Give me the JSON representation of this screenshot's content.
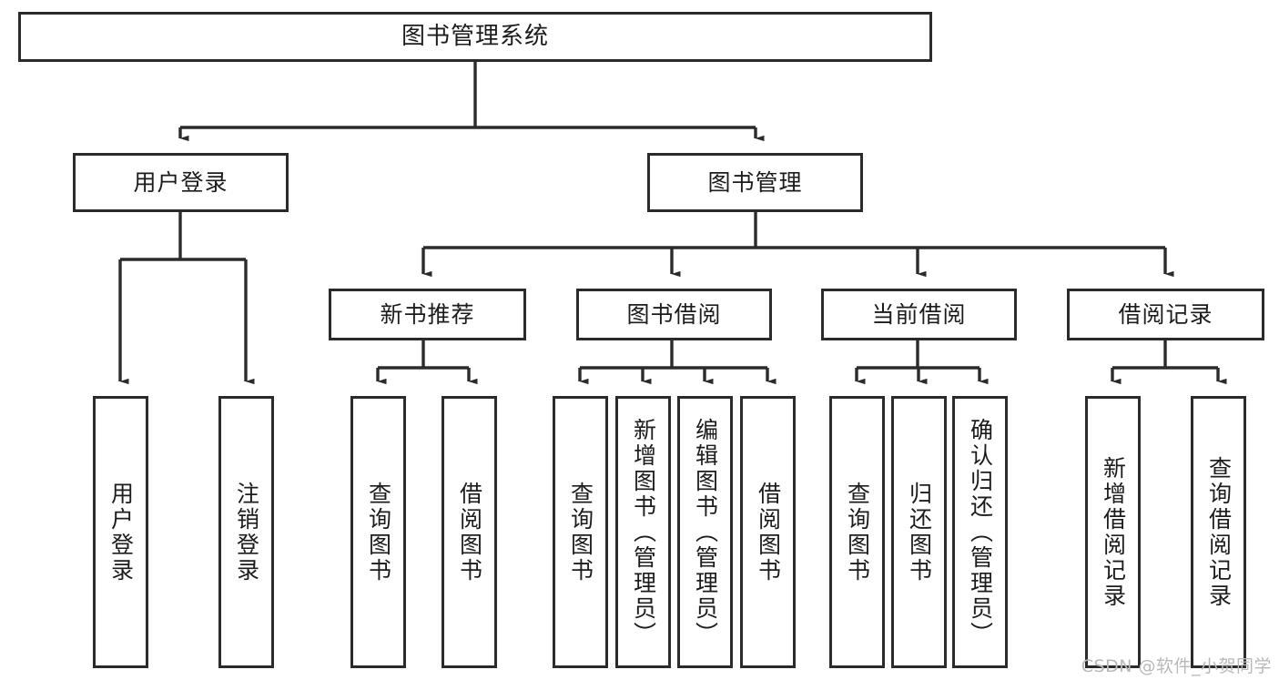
{
  "diagram": {
    "kind": "system-function-structure-tree",
    "title": "图书管理系统",
    "colors": {
      "box_border": "#2b2b2b",
      "box_fill": "#ffffff",
      "edge": "#2b2b2b",
      "text": "#1c1c1c",
      "watermark": "#b9b9b9",
      "background": "#ffffff"
    },
    "root": {
      "label": "图书管理系统"
    },
    "level1": [
      {
        "id": "user-login",
        "label": "用户登录"
      },
      {
        "id": "book-manage",
        "label": "图书管理"
      }
    ],
    "level2": [
      {
        "id": "new-book-recommend",
        "label": "新书推荐",
        "parent": "book-manage"
      },
      {
        "id": "book-borrow",
        "label": "图书借阅",
        "parent": "book-manage"
      },
      {
        "id": "current-borrow",
        "label": "当前借阅",
        "parent": "book-manage"
      },
      {
        "id": "borrow-record",
        "label": "借阅记录",
        "parent": "book-manage"
      }
    ],
    "leaves": [
      {
        "id": "leaf-user-login",
        "label": "用户登录",
        "parent": "user-login"
      },
      {
        "id": "leaf-user-logout",
        "label": "注销登录",
        "parent": "user-login"
      },
      {
        "id": "leaf-query-book-1",
        "label": "查询图书",
        "parent": "new-book-recommend"
      },
      {
        "id": "leaf-borrow-book-1",
        "label": "借阅图书",
        "parent": "new-book-recommend"
      },
      {
        "id": "leaf-query-book-2",
        "label": "查询图书",
        "parent": "book-borrow"
      },
      {
        "id": "leaf-add-book",
        "label": "新增图书（管理员）",
        "parent": "book-borrow"
      },
      {
        "id": "leaf-edit-book",
        "label": "编辑图书（管理员）",
        "parent": "book-borrow"
      },
      {
        "id": "leaf-borrow-book-2",
        "label": "借阅图书",
        "parent": "book-borrow"
      },
      {
        "id": "leaf-query-book-3",
        "label": "查询图书",
        "parent": "current-borrow"
      },
      {
        "id": "leaf-return-book",
        "label": "归还图书",
        "parent": "current-borrow"
      },
      {
        "id": "leaf-confirm-return",
        "label": "确认归还（管理员）",
        "parent": "current-borrow"
      },
      {
        "id": "leaf-add-record",
        "label": "新增借阅记录",
        "parent": "borrow-record"
      },
      {
        "id": "leaf-query-record",
        "label": "查询借阅记录",
        "parent": "borrow-record"
      }
    ],
    "watermark": "CSDN @软件_小贺同学"
  }
}
